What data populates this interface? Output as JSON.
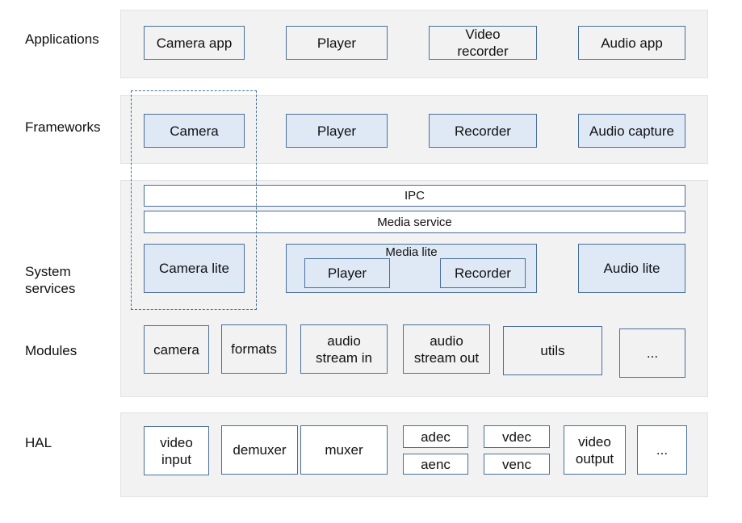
{
  "layers": {
    "applications": "Applications",
    "frameworks": "Frameworks",
    "system_services": "System\nservices",
    "modules": "Modules",
    "hal": "HAL"
  },
  "applications": [
    "Camera app",
    "Player",
    "Video\nrecorder",
    "Audio app"
  ],
  "frameworks": [
    "Camera",
    "Player",
    "Recorder",
    "Audio capture"
  ],
  "system_services": {
    "ipc": "IPC",
    "media_service": "Media service",
    "camera_lite": "Camera lite",
    "media_lite": {
      "title": "Media lite",
      "player": "Player",
      "recorder": "Recorder"
    },
    "audio_lite": "Audio lite"
  },
  "modules": [
    "camera",
    "formats",
    "audio\nstream in",
    "audio\nstream out",
    "utils",
    "..."
  ],
  "hal": {
    "video_input": "video\ninput",
    "demuxer": "demuxer",
    "muxer": "muxer",
    "adec": "adec",
    "aenc": "aenc",
    "vdec": "vdec",
    "venc": "venc",
    "video_output": "video\noutput",
    "more": "..."
  }
}
